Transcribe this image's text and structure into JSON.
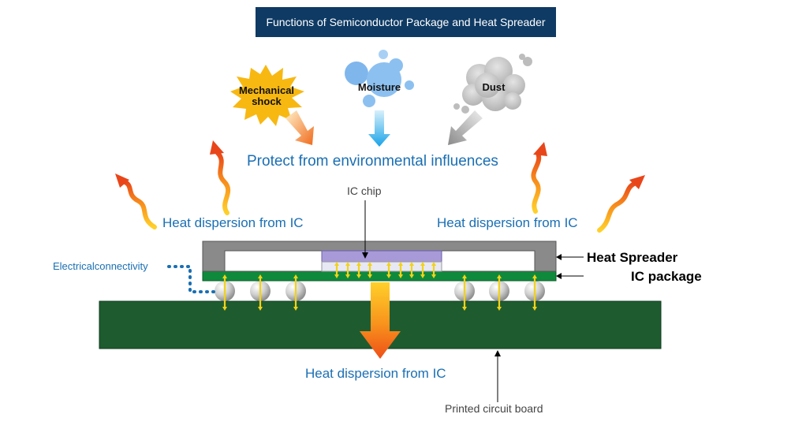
{
  "title": "Functions of Semiconductor Package and Heat Spreader",
  "environment": {
    "protect_label": "Protect from environmental influences",
    "mechanical_shock_line1": "Mechanical",
    "mechanical_shock_line2": "shock",
    "moisture": "Moisture",
    "dust": "Dust"
  },
  "heat_dispersion": {
    "left": "Heat dispersion from IC",
    "right": "Heat dispersion from IC",
    "bottom": "Heat dispersion from IC"
  },
  "labels": {
    "ic_chip": "IC chip",
    "electrical_connectivity": "Electricalconnectivity",
    "heat_spreader": "Heat Spreader",
    "ic_package": "IC package",
    "printed_circuit_board": "Printed circuit board"
  },
  "colors": {
    "title_bg": "#0e3a64",
    "label_blue": "#1a6fb3",
    "pcb_green": "#1e5c2f",
    "package_green": "#0f8a3c",
    "spreader_gray": "#8a8a8a",
    "chip_purple": "#a89ad8",
    "heat_orange": "#f25c1c",
    "heat_yellow": "#ffc62a",
    "moisture_blue": "#1aa3e8",
    "dust_gray": "#9a9a9a"
  }
}
